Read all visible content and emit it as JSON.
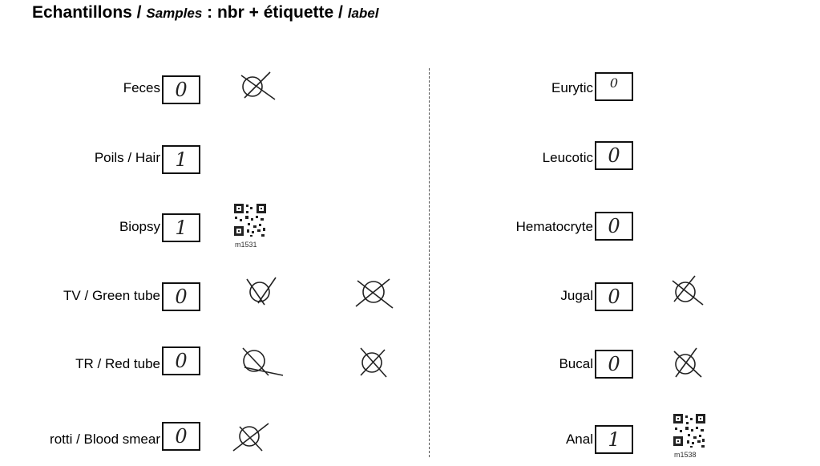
{
  "title": {
    "part1": "Echantillons / ",
    "part2": "Samples",
    "part3": " : nbr + étiquette / ",
    "part4": "label"
  },
  "left_rows": [
    {
      "label": "Feces",
      "value": "0"
    },
    {
      "label": "Poils / Hair",
      "value": "1"
    },
    {
      "label": "Biopsy",
      "value": "1",
      "qr_code": "m1531"
    },
    {
      "label": "TV / Green tube",
      "value": "0"
    },
    {
      "label": "TR / Red tube",
      "value": "0"
    },
    {
      "label": "rotti / Blood smear",
      "value": "0"
    }
  ],
  "right_rows": [
    {
      "label": "Eurytic",
      "value": "0"
    },
    {
      "label": "Leucotic",
      "value": "0"
    },
    {
      "label": "Hematocryte",
      "value": "0"
    },
    {
      "label": "Jugal",
      "value": "0"
    },
    {
      "label": "Bucal",
      "value": "0"
    },
    {
      "label": "Anal",
      "value": "1",
      "qr_code": "m1538"
    }
  ],
  "icons": {
    "crossed_circle": "crossed-circle-icon",
    "qr": "qr-code-icon"
  },
  "colors": {
    "ink": "#222222",
    "box_border": "#111111"
  }
}
